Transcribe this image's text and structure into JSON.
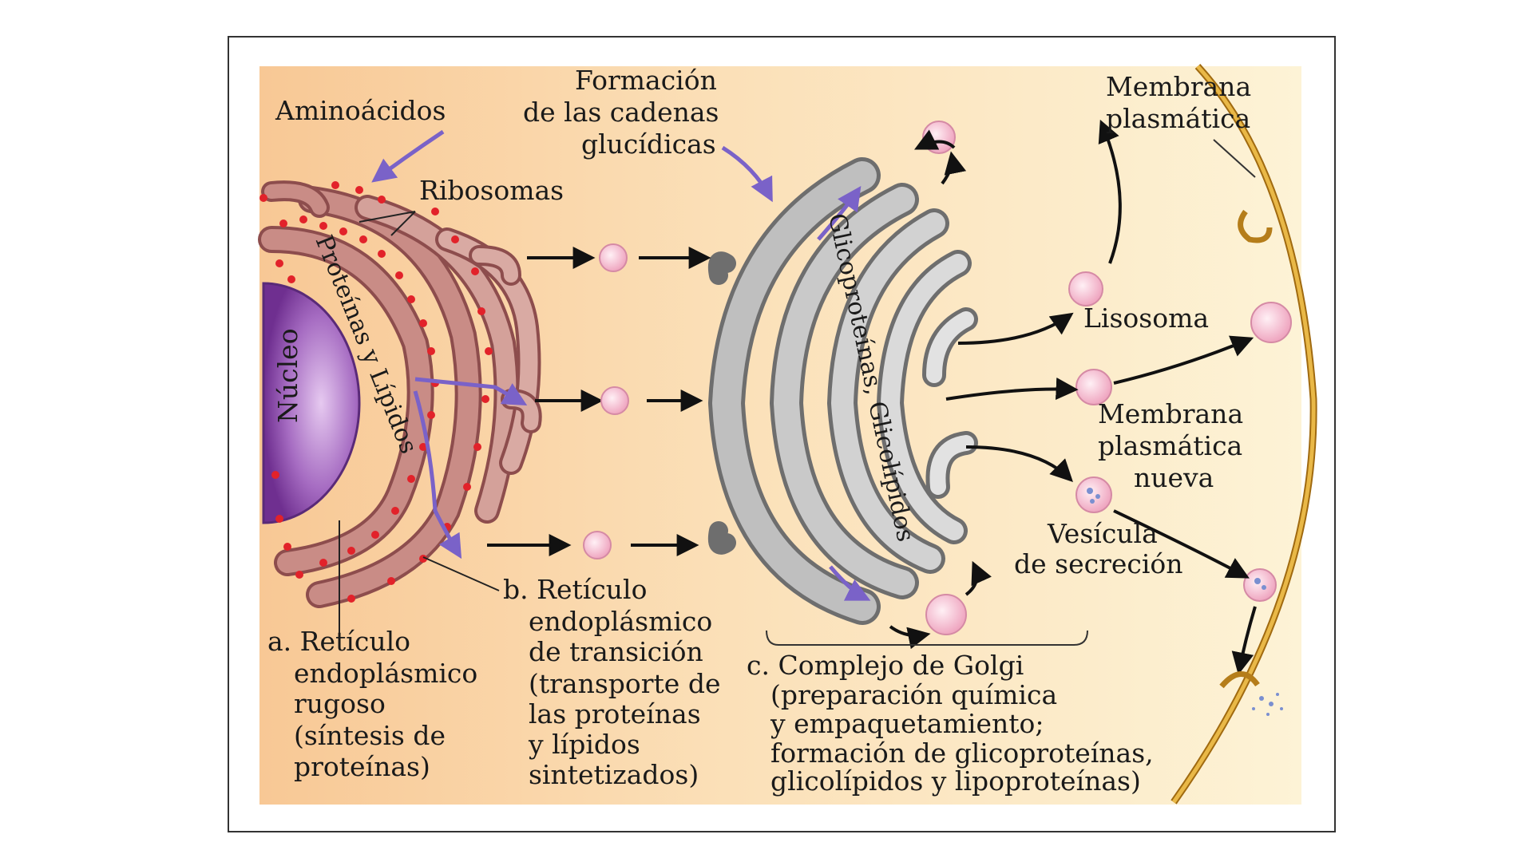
{
  "colors": {
    "background_left": "#f8d4a8",
    "background_right": "#fbf0cf",
    "er_fill": "#c98c86",
    "er_edge": "#8d4d4d",
    "ribosome": "#e2222a",
    "nucleus": "#8a4aa8",
    "golgi_fill": "#bfbfbf",
    "golgi_edge": "#6e6e6e",
    "vesicle": "#f7c6d6",
    "membrane": "#d4a02a",
    "arrow_purple": "#7a62c8",
    "arrow_black": "#111111"
  },
  "icons": [
    "nucleus-icon",
    "ribosome-icon",
    "vesicle-icon",
    "golgi-icon",
    "membrane-icon"
  ],
  "labels": {
    "aminoacidos": "Aminoácidos",
    "ribosomas": "Ribosomas",
    "formacion": [
      "Formación",
      "de las cadenas",
      "glucídicas"
    ],
    "membrana_plasmatica": [
      "Membrana",
      "plasmática"
    ],
    "lisosoma": "Lisosoma",
    "membrana_nueva": [
      "Membrana",
      "plasmática",
      "nueva"
    ],
    "vesicula": [
      "Vesícula",
      "de secreción"
    ],
    "nucleo": "Núcleo",
    "proteinas_lipidos": "Proteínas y Lípidos",
    "glicoproteinas": "Glicoproteínas, Glicolípidos",
    "reticulo_rugoso": [
      "a. Retículo",
      "endoplásmico",
      "rugoso",
      "(síntesis de",
      "proteínas)"
    ],
    "reticulo_transicion": [
      "b. Retículo",
      "endoplásmico",
      "de transición",
      "(transporte de",
      "las proteínas",
      "y lípidos",
      "sintetizados)"
    ],
    "golgi": [
      "c. Complejo de Golgi",
      "(preparación química",
      "y empaquetamiento;",
      "formación de glicoproteínas,",
      "glicolípidos y lipoproteínas)"
    ]
  }
}
